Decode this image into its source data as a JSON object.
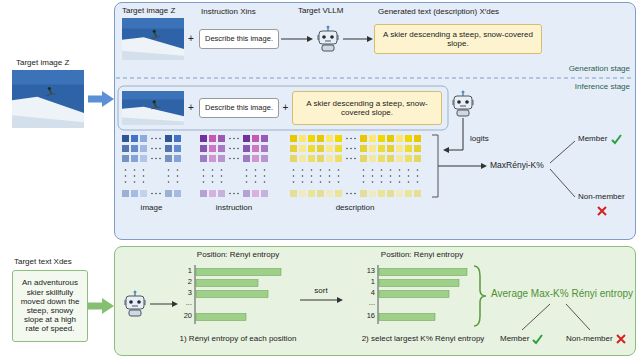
{
  "diagram": {
    "nodes": [
      {
        "text": [
          "Generation stage",
          "Inference stage"
        ]
      },
      {
        "text": [
          "Instruction Xins",
          "Describe this image."
        ],
        "in": 0
      },
      {
        "text": [
          "Generated text (description) X′des",
          "A skier descending a steep, snow-covered slope."
        ],
        "in": 0
      },
      {
        "text": [
          "Describe this image."
        ],
        "in": 0
      },
      {
        "text": [
          "A skier descending a steep, snow-covered slope."
        ],
        "in": 0
      },
      {
        "text": [
          "Target text Xdes",
          "An adventurous skier skillfully moved down the steep, snowy slope at a high rate of speed."
        ]
      },
      {
        "text": [
          "Average Max-K% Rényi entropy"
        ]
      }
    ],
    "edges": [
      {
        "from": 5,
        "to": 6,
        "arrow": "to"
      }
    ],
    "labels": [
      "Target image Z",
      "Target image Z",
      "+",
      "Target VLLM",
      "+",
      "+",
      "logits",
      "image",
      "instruction",
      "description",
      "MaxRényi-K%",
      "Member",
      "Non-member",
      "Position: Rényi entropy",
      "1",
      "2",
      "3",
      "...",
      "20",
      "1) Rényi entropy of each position",
      "sort",
      "Position: Rényi entropy",
      "13",
      "1",
      "4",
      "...",
      "16",
      "2) select largest K% Rényi entropy",
      "Member",
      "Non-member"
    ]
  }
}
